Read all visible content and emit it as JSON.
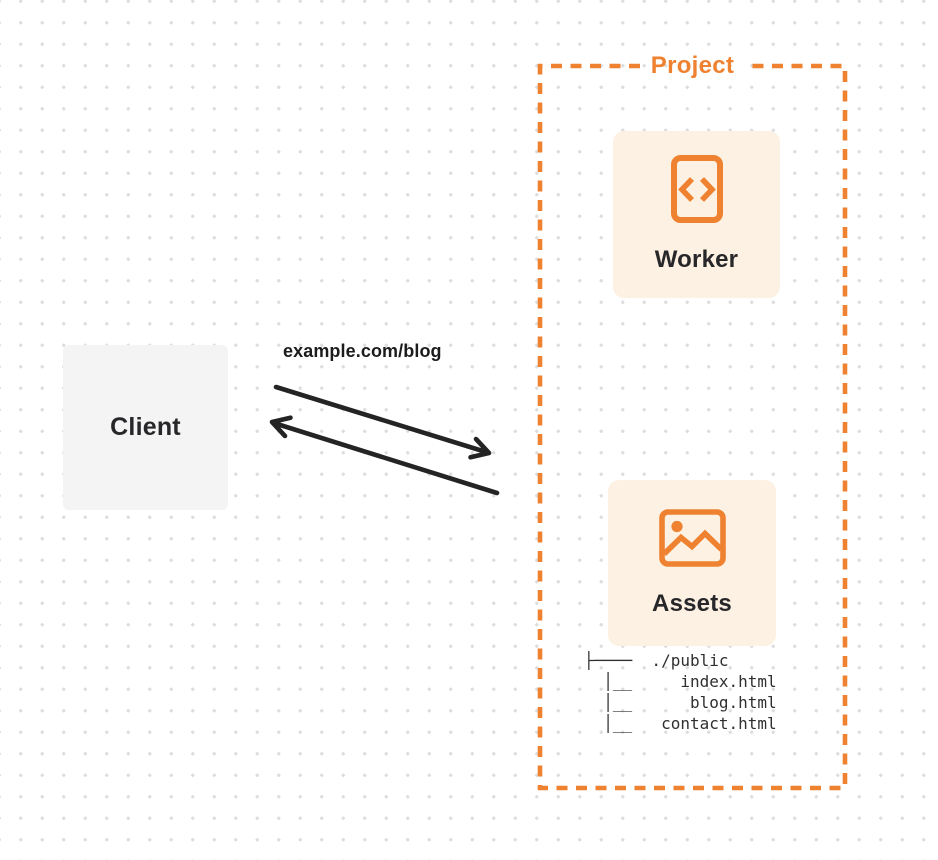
{
  "client": {
    "label": "Client"
  },
  "request": {
    "url_label": "example.com/blog"
  },
  "project": {
    "label": "Project",
    "cards": [
      {
        "id": "worker",
        "label": "Worker",
        "icon": "code-icon"
      },
      {
        "id": "assets",
        "label": "Assets",
        "icon": "image-icon"
      }
    ],
    "file_tree": {
      "text": "├────  ./public\n  │__     index.html\n  │__      blog.html\n  │__   contact.html",
      "root": "./public",
      "files": [
        "index.html",
        "blog.html",
        "contact.html"
      ]
    }
  },
  "colors": {
    "accent_orange": "#EE8230",
    "card_background": "#FCF1E3",
    "client_background": "#F4F4F5",
    "text_dark": "#27272A",
    "arrow": "#242424",
    "dot_grid": "#DEDEDE"
  }
}
